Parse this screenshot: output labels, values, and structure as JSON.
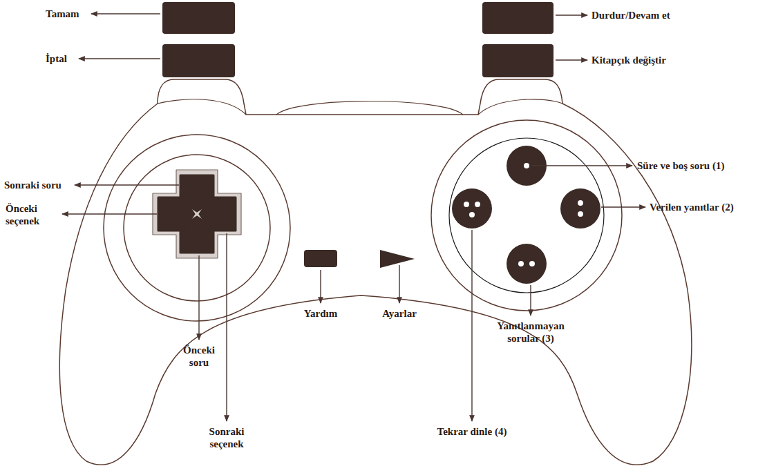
{
  "diagram": {
    "labels": [
      "Tamam",
      "İptal",
      "Durdur/Devam et",
      "Kitapçık değiştir",
      "Sonraki soru",
      "Önceki seçenek",
      "Önceki soru",
      "Sonraki seçenek",
      "Yardım",
      "Ayarlar",
      "Süre ve boş soru (1)",
      "Verilen yanıtlar (2)",
      "Yanıtlanmayan sorular (3)",
      "Tekrar dinle (4)"
    ]
  }
}
